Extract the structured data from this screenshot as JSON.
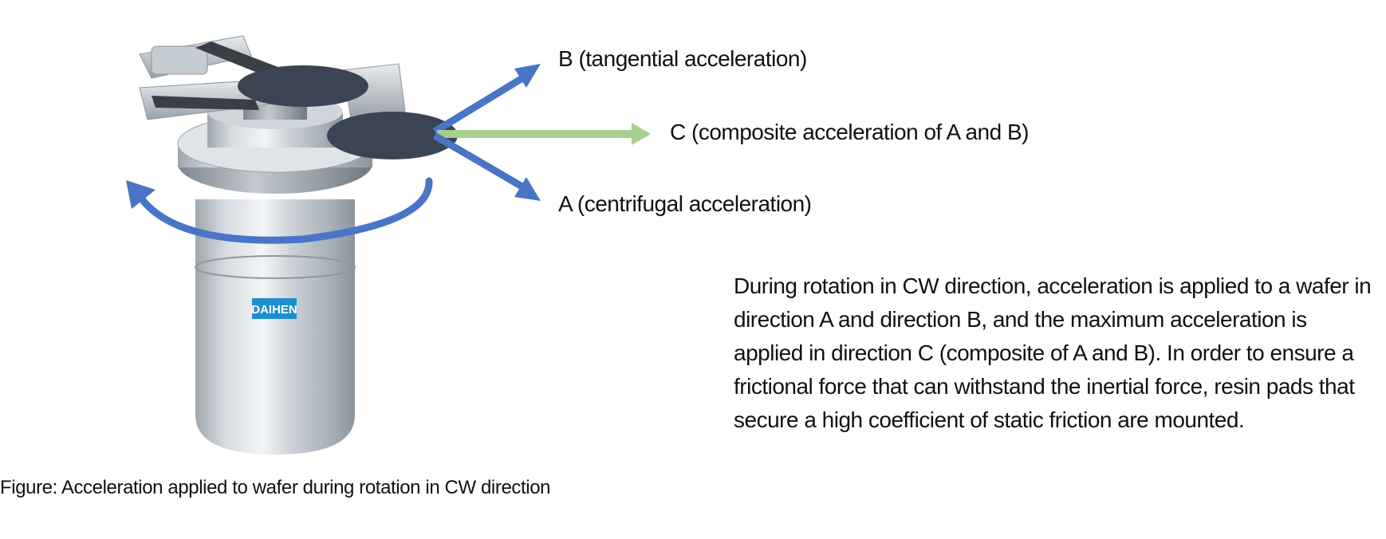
{
  "labels": {
    "b": "B (tangential acceleration)",
    "c": "C (composite acceleration of A and B)",
    "a": "A (centrifugal acceleration)"
  },
  "description": "During rotation in CW direction, acceleration is applied to a wafer in direction A and direction B, and the maximum acceleration is applied in direction C (composite of A and B). In order to ensure a frictional force that can withstand the inertial force, resin pads that secure a high coefficient of static friction are mounted.",
  "caption": "Figure: Acceleration applied to wafer during rotation in CW direction",
  "logo_text": "DAIHEN",
  "colors": {
    "arrow_blue": "#4a74c6",
    "arrow_green": "#a6d08e",
    "wafer": "#3b4452",
    "logo_blue": "#1e8fd0"
  }
}
